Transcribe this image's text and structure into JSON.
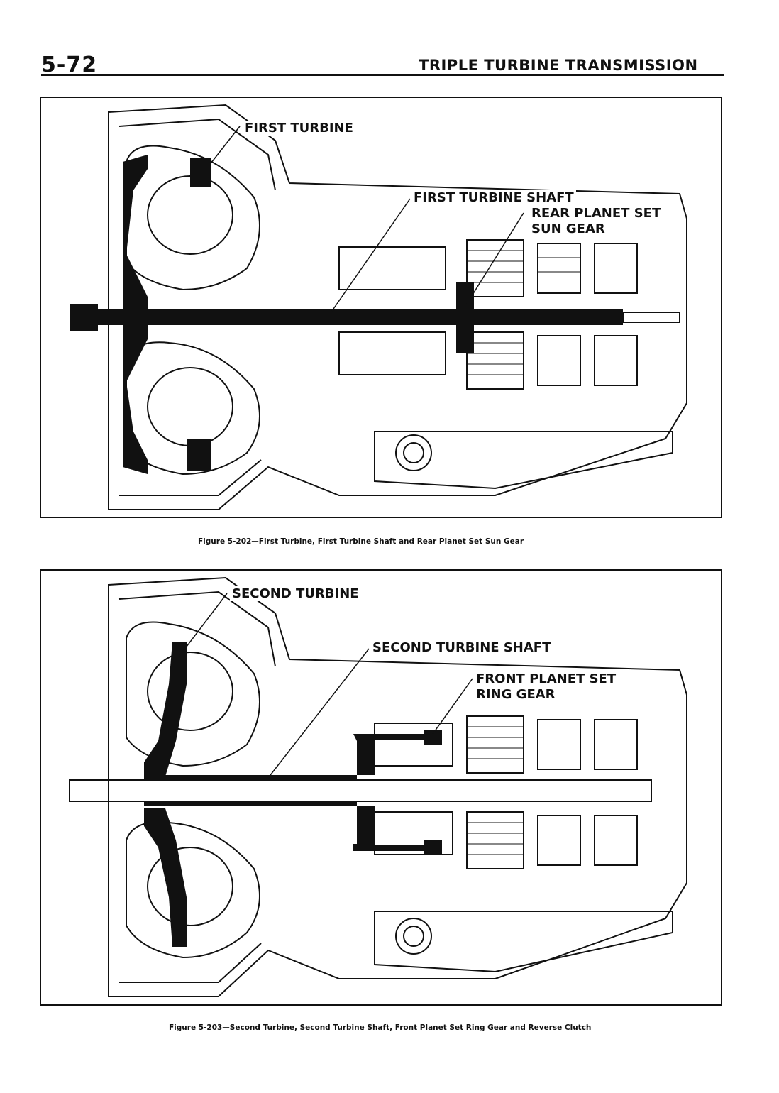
{
  "header": {
    "page_number": "5-72",
    "section_title": "TRIPLE TURBINE TRANSMISSION"
  },
  "figures": [
    {
      "labels": {
        "first_turbine": "FIRST TURBINE",
        "first_turbine_shaft": "FIRST TURBINE SHAFT",
        "rear_planet_set_line1": "REAR PLANET SET",
        "rear_planet_set_line2": "SUN GEAR"
      },
      "caption": "Figure 5-202—First Turbine, First Turbine Shaft and Rear Planet Set Sun Gear"
    },
    {
      "labels": {
        "second_turbine": "SECOND TURBINE",
        "second_turbine_shaft": "SECOND TURBINE SHAFT",
        "front_planet_set_line1": "FRONT PLANET SET",
        "front_planet_set_line2": "RING GEAR"
      },
      "caption": "Figure 5-203—Second Turbine, Second Turbine Shaft, Front Planet Set Ring Gear and Reverse Clutch"
    }
  ]
}
